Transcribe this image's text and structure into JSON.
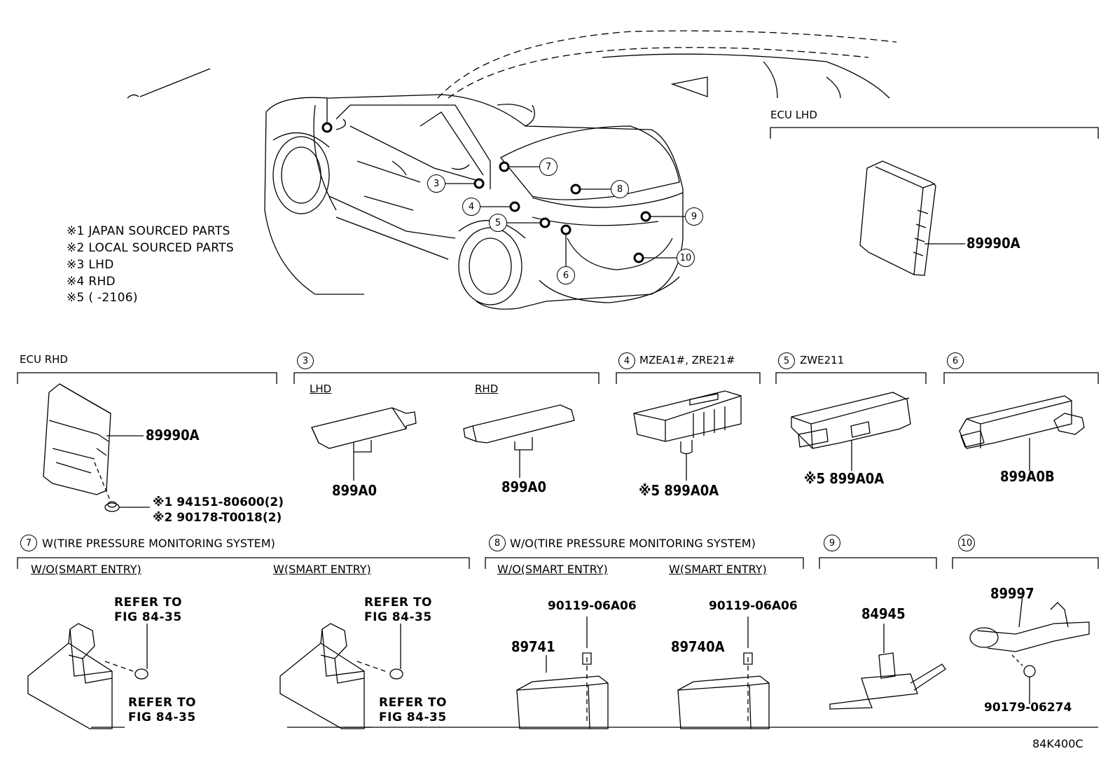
{
  "notes": [
    "※1 JAPAN SOURCED PARTS",
    "※2 LOCAL SOURCED PARTS",
    "※3 LHD",
    "※4 RHD",
    "※5 (       -2106)"
  ],
  "callouts": [
    "3",
    "4",
    "5",
    "6",
    "7",
    "8",
    "9",
    "10"
  ],
  "ecu_lhd": {
    "header": "ECU LHD",
    "part": "89990A"
  },
  "ecu_rhd": {
    "header": "ECU  RHD",
    "part": "89990A",
    "clip1": "※1 94151-80600(2)",
    "clip2": "※2 90178-T0018(2)"
  },
  "sec3": {
    "num": "3",
    "lhd": "LHD",
    "rhd": "RHD",
    "part_lhd": "899A0",
    "part_rhd": "899A0"
  },
  "sec4": {
    "num": "4",
    "title": "MZEA1#, ZRE21#",
    "part": "※5 899A0A"
  },
  "sec5": {
    "num": "5",
    "title": "ZWE211",
    "part": "※5 899A0A"
  },
  "sec6": {
    "num": "6",
    "part": "899A0B"
  },
  "sec7": {
    "num": "7",
    "title": "W(TIRE PRESSURE MONITORING SYSTEM)",
    "sub1": "W/O(SMART ENTRY)",
    "sub2": "W(SMART ENTRY)",
    "ref_a1": "REFER TO",
    "ref_a2": "FIG 84-35",
    "ref_b1": "REFER TO",
    "ref_b2": "FIG 84-35",
    "ref_c1": "REFER TO",
    "ref_c2": "FIG 84-35",
    "ref_d1": "REFER TO",
    "ref_d2": "FIG 84-35"
  },
  "sec8": {
    "num": "8",
    "title": "W/O(TIRE PRESSURE MONITORING SYSTEM)",
    "sub1": "W/O(SMART ENTRY)",
    "sub2": "W(SMART ENTRY)",
    "screw1": "90119-06A06",
    "screw2": "90119-06A06",
    "part1": "89741",
    "part2": "89740A"
  },
  "sec9": {
    "num": "9",
    "part": "84945"
  },
  "sec10": {
    "num": "10",
    "part": "89997",
    "nut": "90179-06274"
  },
  "figure_code": "84K400C"
}
